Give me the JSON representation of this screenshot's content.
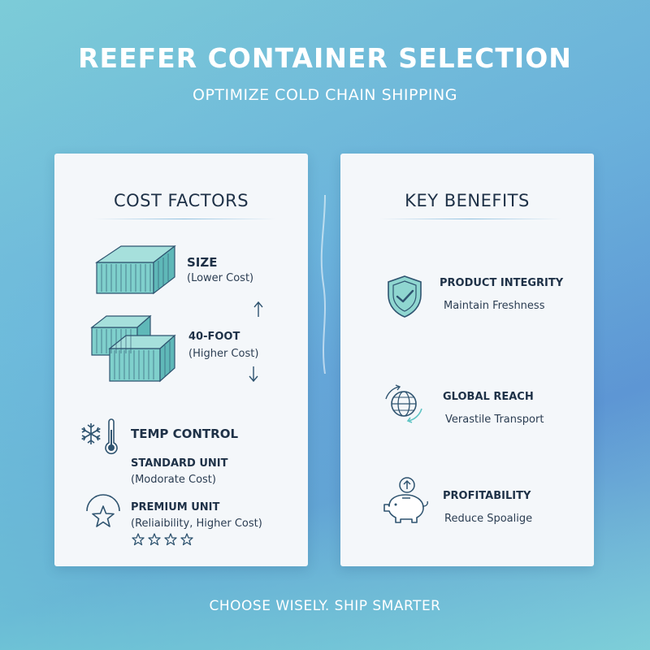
{
  "header": {
    "title": "REEFER CONTAINER SELECTION",
    "subtitle": "OPTIMIZE COLD CHAIN SHIPPING"
  },
  "cost_factors": {
    "title": "COST FACTORS",
    "size": {
      "label": "SIZE",
      "note": "(Lower Cost)"
    },
    "forty_foot": {
      "label": "40-FOOT",
      "note": "(Higher Cost)"
    },
    "temp_control": {
      "label": "TEMP CONTROL"
    },
    "standard_unit": {
      "label": "STANDARD UNIT",
      "note": "(Modorate Cost)"
    },
    "premium_unit": {
      "label": "PREMIUM UNIT",
      "note": "(Reliaibility, Higher Cost)"
    }
  },
  "key_benefits": {
    "title": "KEY BENEFITS",
    "items": [
      {
        "label": "PRODUCT INTEGRITY",
        "note": "Maintain Freshness",
        "icon": "shield-check-icon"
      },
      {
        "label": "GLOBAL REACH",
        "note": "Verastile Transport",
        "icon": "globe-icon"
      },
      {
        "label": "PROFITABILITY",
        "note": "Reduce Spoalige",
        "icon": "piggy-bank-icon"
      }
    ]
  },
  "footer": {
    "text": "CHOOSE WISELY. SHIP SMARTER"
  },
  "colors": {
    "accent": "#5fc4c4",
    "icon_stroke": "#2f5470",
    "text_dark": "#1e3147",
    "card_bg": "#f4f7fa"
  }
}
